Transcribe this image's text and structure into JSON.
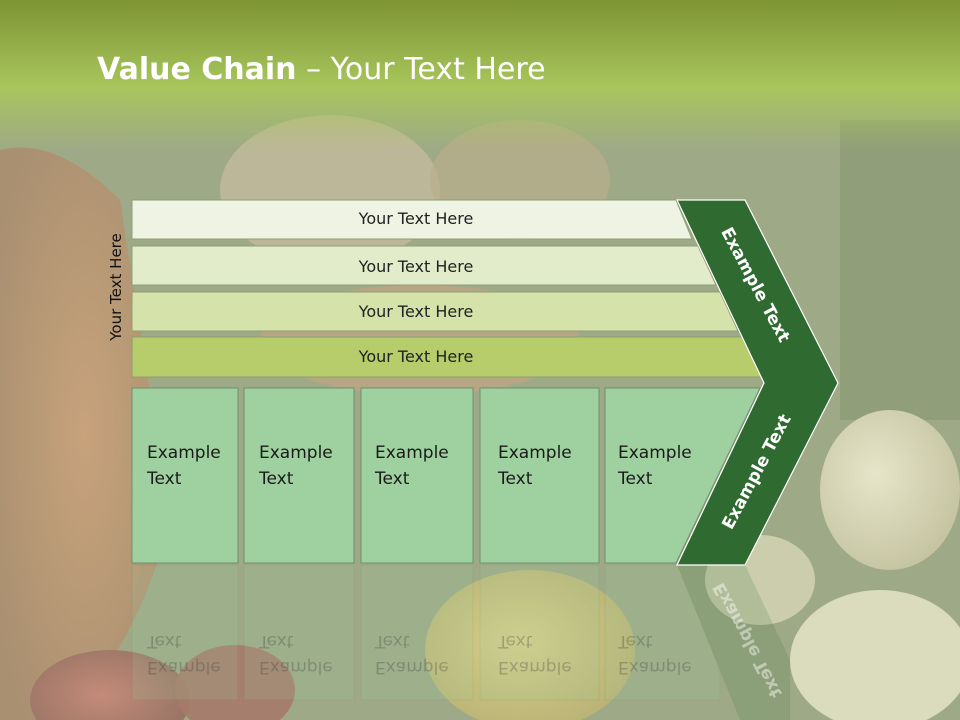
{
  "title": {
    "bold": "Value Chain",
    "rest": " – Your Text Here"
  },
  "side_label": "Your Text Here",
  "bands": [
    "Your Text Here",
    "Your Text Here",
    "Your Text Here",
    "Your Text Here"
  ],
  "cells": [
    "Example\nText",
    "Example\nText",
    "Example\nText",
    "Example\nText",
    "Example\nText"
  ],
  "arrow_top_label": "Example Text",
  "arrow_bottom_label": "Example Text",
  "colors": {
    "band1": "#eef3e3",
    "band2": "#e3ecca",
    "band3": "#d5e2a9",
    "band4": "#b7cc6a",
    "cell": "#9fd1a0",
    "arrow": "#2f6a31",
    "accent": "#7d9433"
  }
}
